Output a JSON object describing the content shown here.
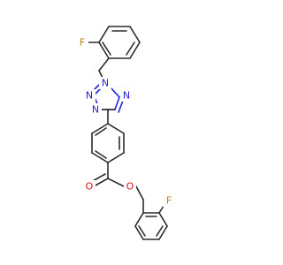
{
  "labels": {
    "fluorine_top": "F",
    "fluorine_bottom": "F",
    "n1": "N",
    "n2": "N",
    "n3": "N",
    "n4": "N",
    "oxygen_carbonyl": "O",
    "oxygen_ester": "O"
  },
  "colors": {
    "bond": "#2b2b2b",
    "nitrogen": "#2020e0",
    "oxygen": "#e01010",
    "fluorine": "#b8860b",
    "background": "#ffffff"
  }
}
